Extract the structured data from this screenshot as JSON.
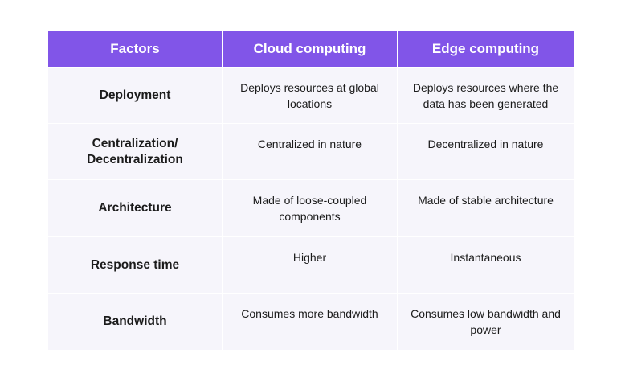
{
  "headers": [
    "Factors",
    "Cloud computing",
    "Edge computing"
  ],
  "rows": [
    {
      "factor": "Deployment",
      "cloud": "Deploys resources at global locations",
      "edge": "Deploys resources where the data has been generated"
    },
    {
      "factor": "Centralization/ Decentralization",
      "cloud": "Centralized in nature",
      "edge": "Decentralized in nature"
    },
    {
      "factor": "Architecture",
      "cloud": "Made of loose-coupled components",
      "edge": "Made of stable architecture"
    },
    {
      "factor": "Response time",
      "cloud": "Higher",
      "edge": "Instantaneous"
    },
    {
      "factor": "Bandwidth",
      "cloud": "Consumes more bandwidth",
      "edge": "Consumes low bandwidth and power"
    }
  ],
  "colors": {
    "header_bg": "#8155e8",
    "header_text": "#ffffff",
    "row_bg": "#f6f5fb"
  }
}
